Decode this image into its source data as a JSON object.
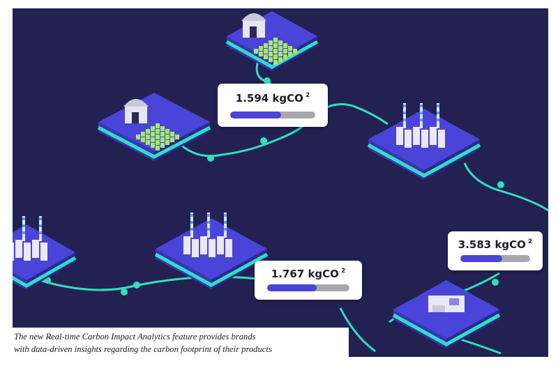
{
  "colors": {
    "background": "#232152",
    "platform_top": "#4a44d8",
    "platform_side": "#3a34b8",
    "platform_accent": "#2fe0c0",
    "route_line": "#2fe0c0",
    "bar_fill": "#4a44d8",
    "bar_track": "#a8a8ac"
  },
  "icons": [
    "farm-platform-icon",
    "factory-platform-icon",
    "warehouse-platform-icon"
  ],
  "emission_cards": [
    {
      "value": "1.594 kgCO",
      "superscript": "2",
      "level": 0.6
    },
    {
      "value": "1.767 kgCO",
      "superscript": "2",
      "level": 0.6
    },
    {
      "value": "3.583 kgCO",
      "superscript": "2",
      "level": 0.6
    }
  ],
  "caption": {
    "line1": "The new Real-time Carbon Impact Analytics feature provides brands",
    "line2": "with data-driven insights regarding the carbon footprint of their products"
  }
}
